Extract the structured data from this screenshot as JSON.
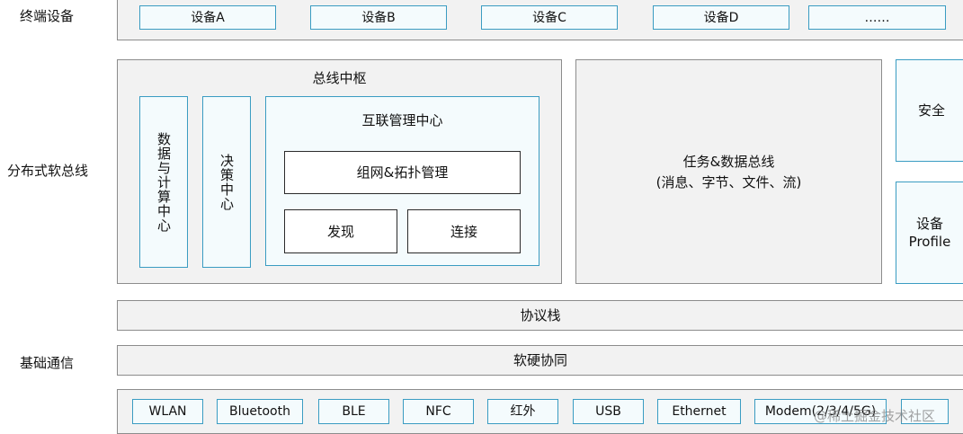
{
  "layers": {
    "terminal": "终端设备",
    "softbus": "分布式软总线",
    "basic_comm": "基础通信"
  },
  "devices": [
    "设备A",
    "设备B",
    "设备C",
    "设备D",
    "……"
  ],
  "bus_hub": {
    "title": "总线中枢",
    "data_compute": "数据与计算中心",
    "decision": "决策中心",
    "interconnect": {
      "title": "互联管理中心",
      "networking": "组网&拓扑管理",
      "discovery": "发现",
      "connection": "连接"
    }
  },
  "task_bus": {
    "line1": "任务&数据总线",
    "line2": "(消息、字节、文件、流)"
  },
  "security": "安全",
  "device_profile": {
    "line1": "设备",
    "line2": "Profile"
  },
  "protocol_stack": "协议栈",
  "hw_sw": "软硬协同",
  "comm_methods": [
    "WLAN",
    "Bluetooth",
    "BLE",
    "NFC",
    "红外",
    "USB",
    "Ethernet",
    "Modem(2/3/4/5G)",
    ""
  ],
  "watermark": "@稀土掘金技术社区",
  "colors": {
    "panel_gray": "#f2f2f2",
    "cyan_border": "#3a9cc2",
    "cyan_fill": "#f4fbfd"
  }
}
